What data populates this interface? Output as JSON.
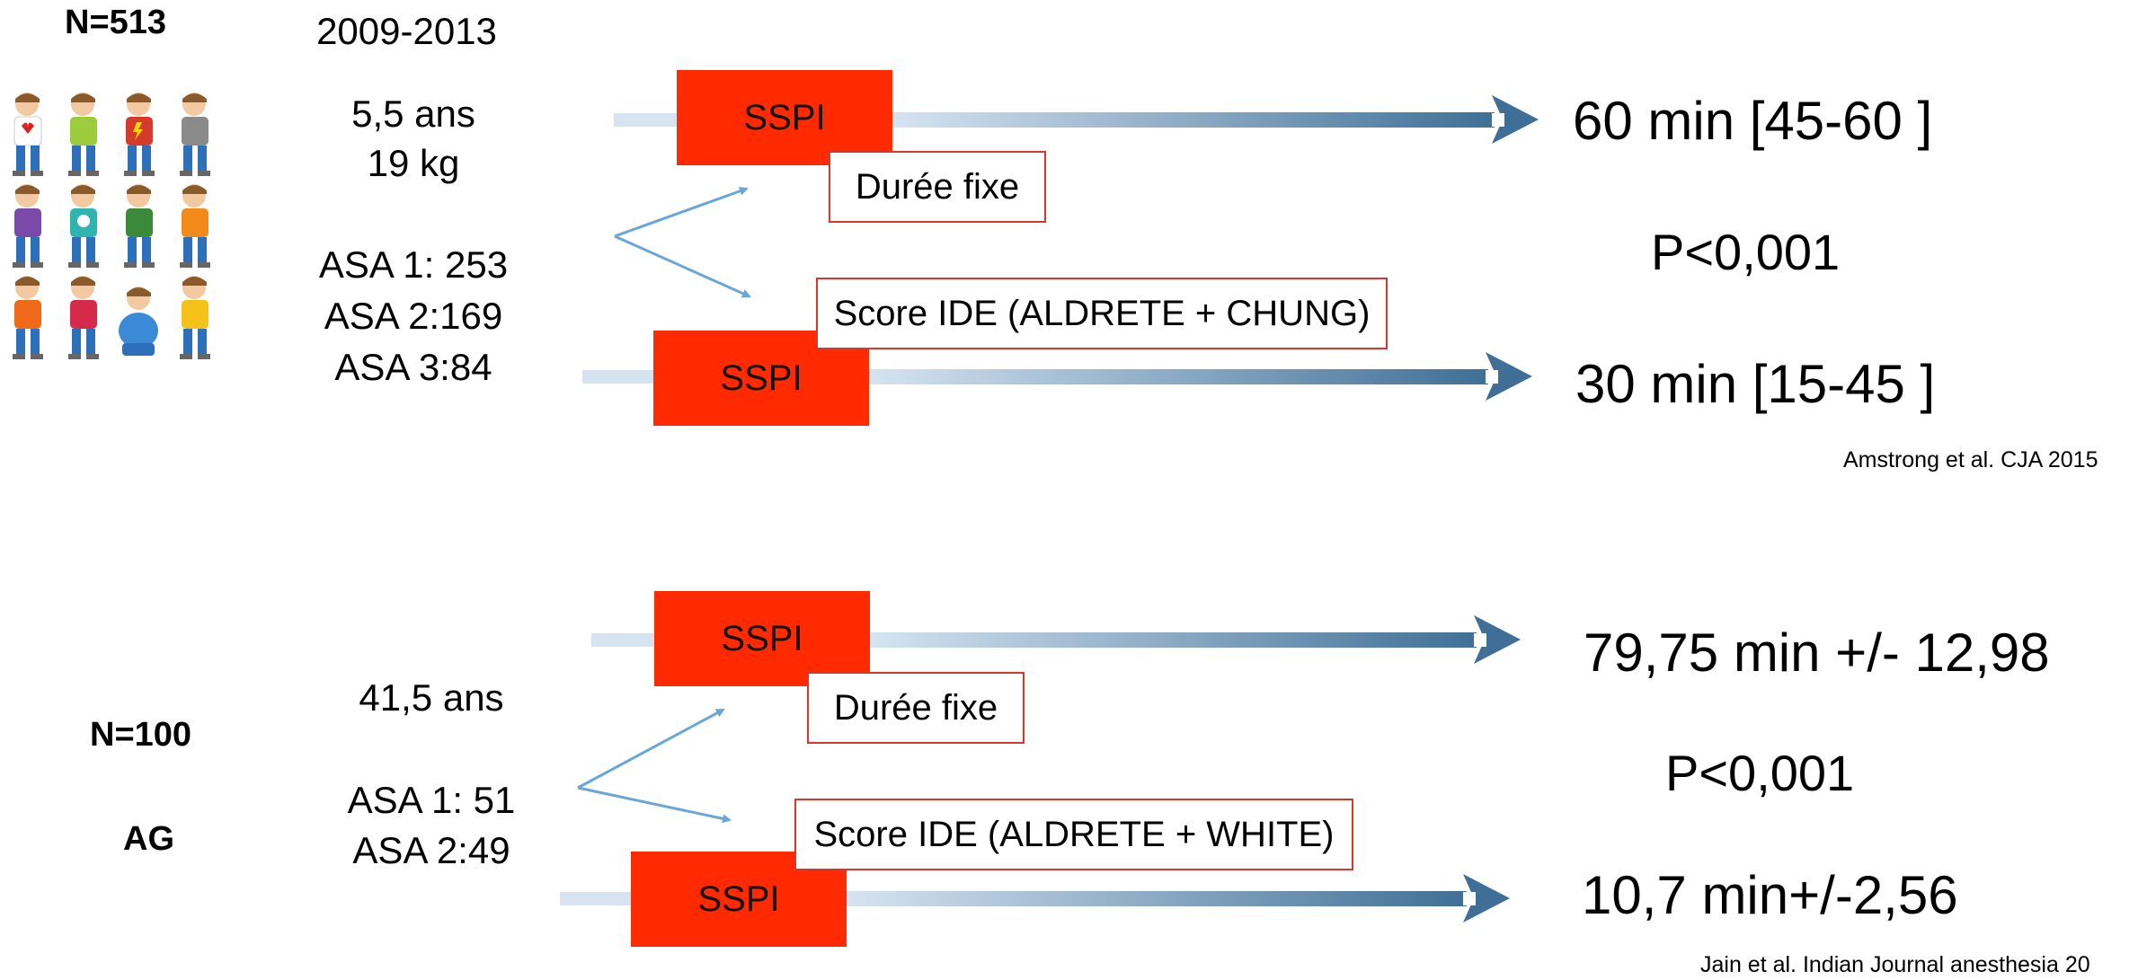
{
  "study1": {
    "n": "N=513",
    "years": "2009-2013",
    "age": "5,5 ans",
    "weight": "19 kg",
    "asa": [
      "ASA 1: 253",
      "ASA 2:169",
      "ASA 3:84"
    ],
    "sspi_label": "SSPI",
    "fixed_label": "Durée fixe",
    "score_label": "Score IDE (ALDRETE + CHUNG)",
    "result_fixed": "60 min [45-60 ]",
    "pvalue": "P<0,001",
    "result_score": "30 min [15-45 ]",
    "citation": "Amstrong et al. CJA 2015"
  },
  "study2": {
    "n": "N=100",
    "anesthesia": "AG",
    "age": "41,5 ans",
    "asa": [
      "ASA 1: 51",
      "ASA 2:49"
    ],
    "sspi_label": "SSPI",
    "fixed_label": "Durée fixe",
    "score_label": "Score IDE (ALDRETE + WHITE)",
    "result_fixed": "79,75 min +/- 12,98",
    "pvalue": "P<0,001",
    "result_score": "10,7 min+/-2,56",
    "citation": "Jain et al. Indian Journal anesthesia 20"
  },
  "colors": {
    "sspi_red": "#ff2a00",
    "label_border": "#d8382c",
    "arrow_dark": "#3f6f96",
    "arrow_light": "#d6e4f1",
    "connector_blue": "#6aa6d8"
  }
}
